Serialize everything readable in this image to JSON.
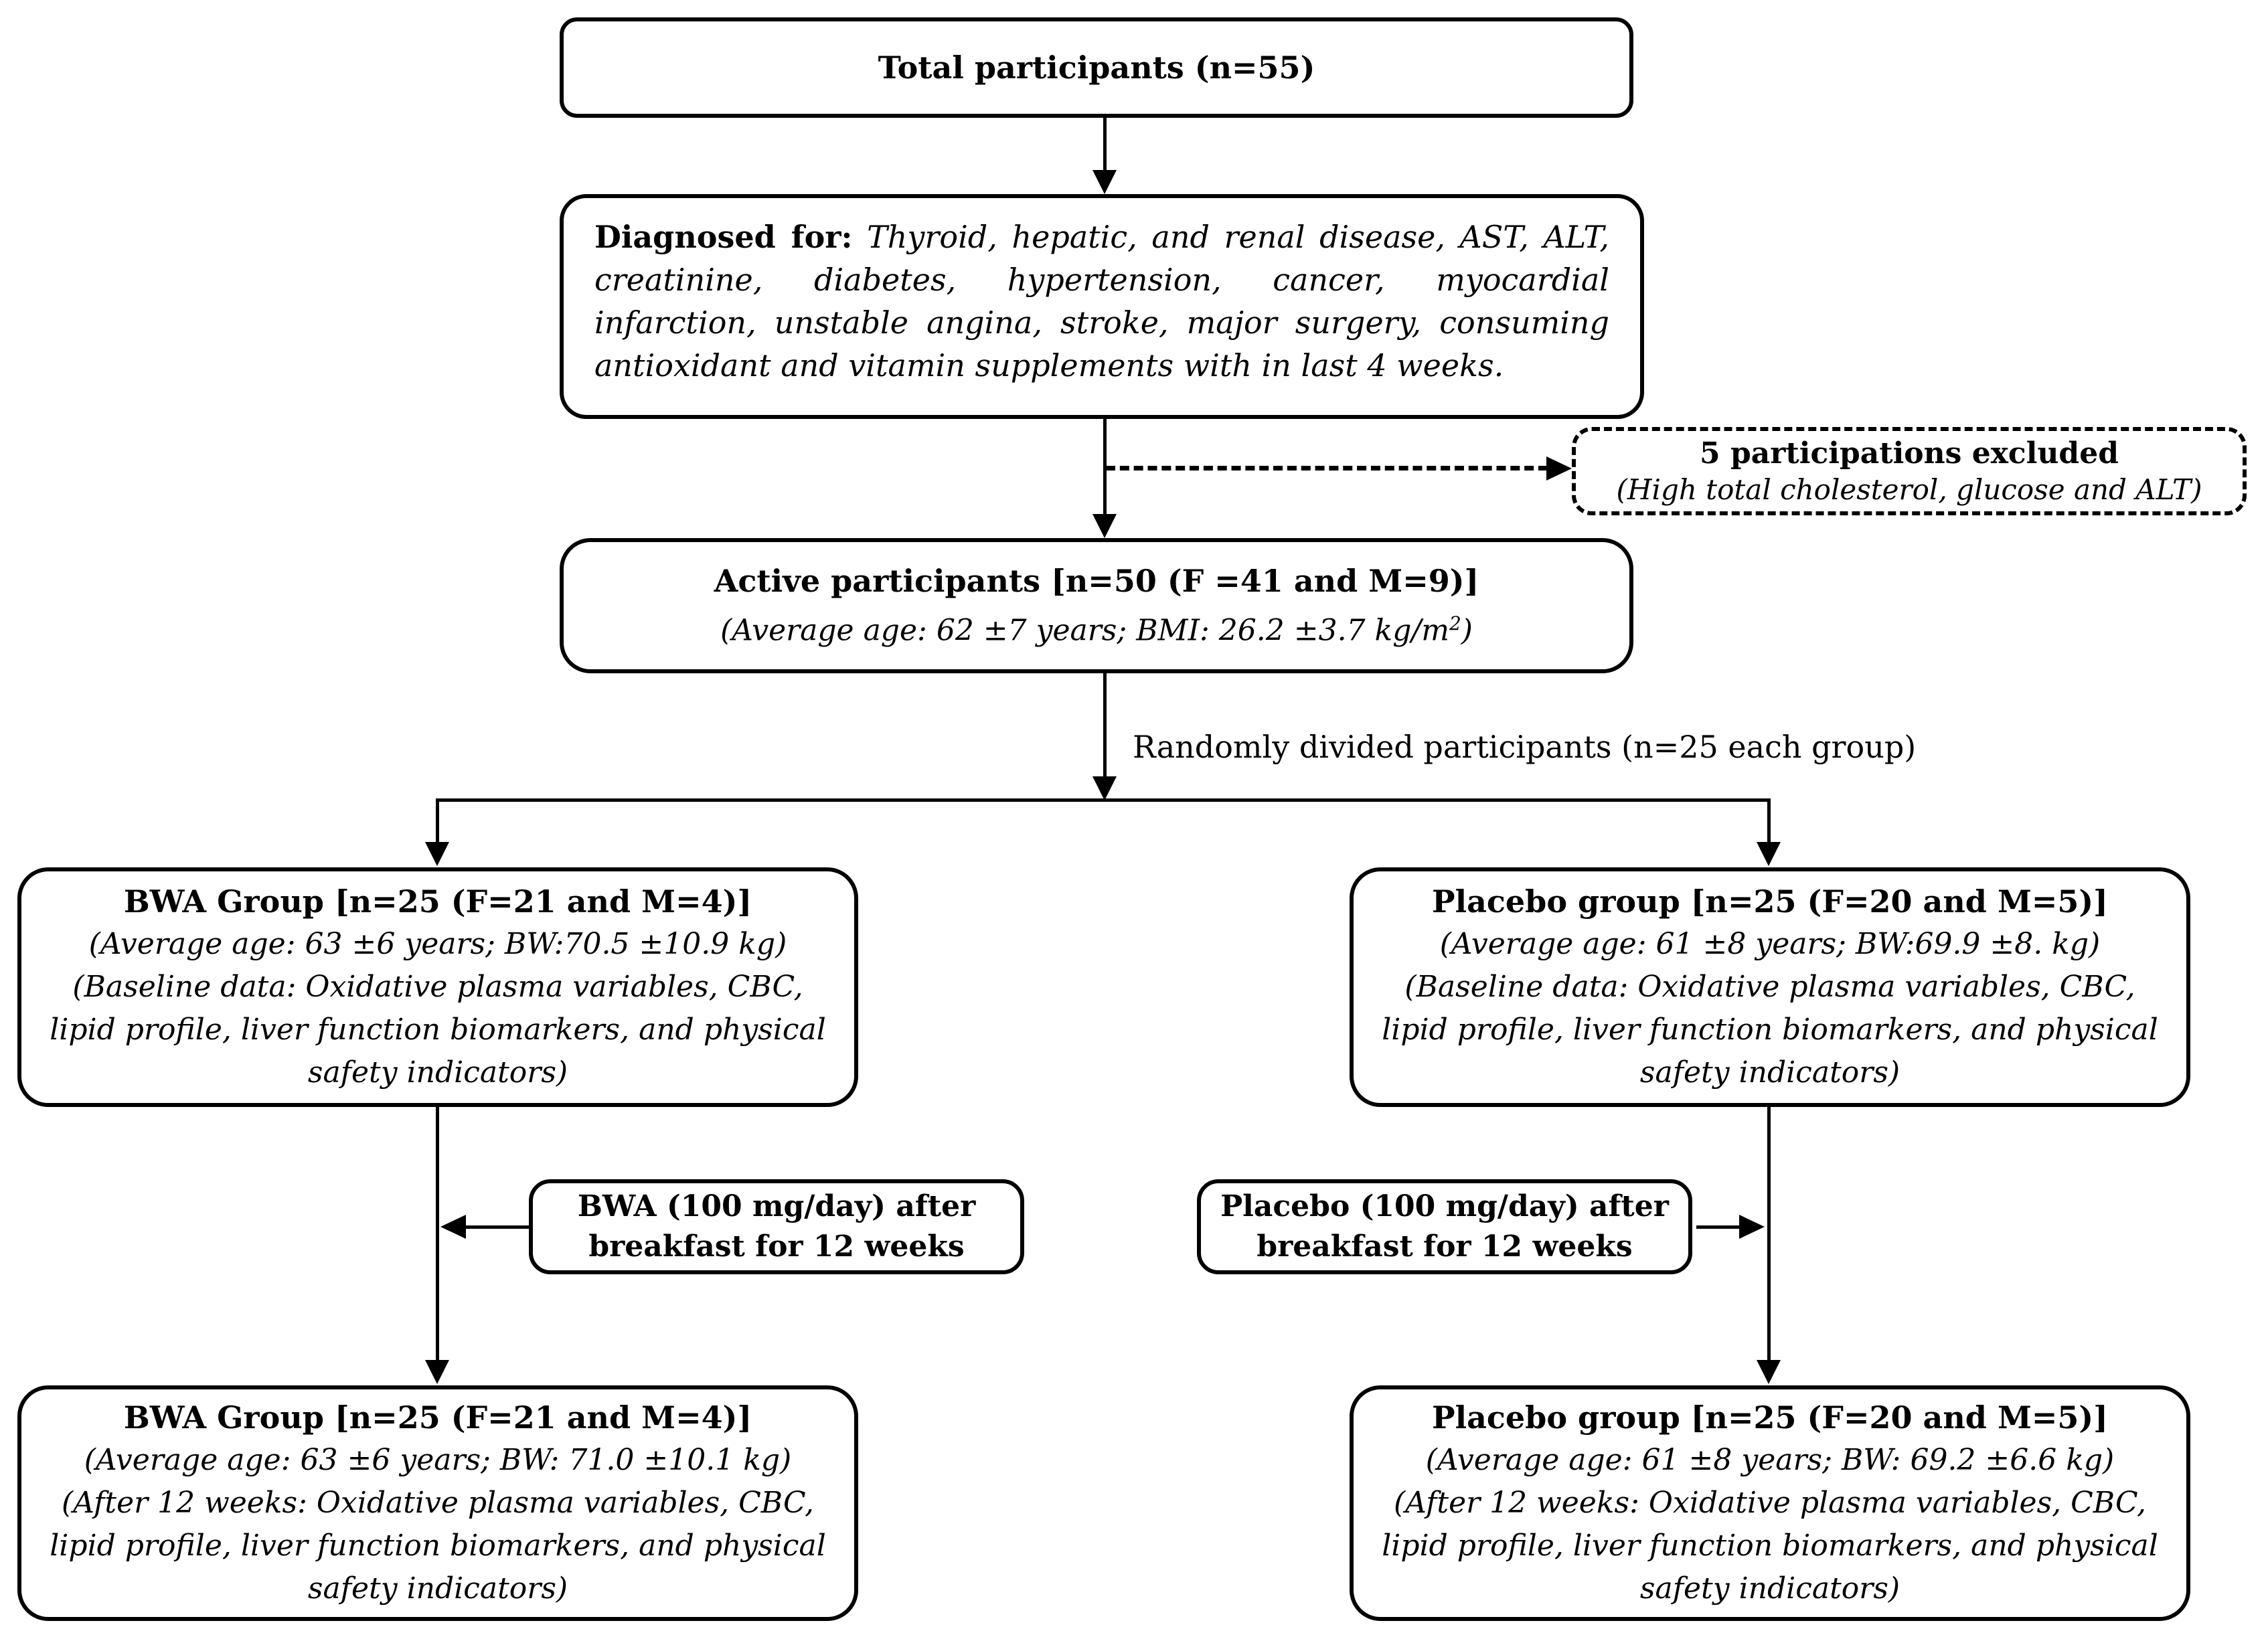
{
  "figure": {
    "background": "#ffffff",
    "ink": "#000000",
    "boxes": {
      "total": {
        "title": "Total participants (n=55)"
      },
      "diagnosed": {
        "lead": "Diagnosed for:",
        "body": "Thyroid, hepatic, and renal disease, AST, ALT, creatinine, diabetes, hypertension, cancer, myocardial infarction, unstable angina, stroke, major surgery, consuming antioxidant and vitamin supplements with in last 4 weeks."
      },
      "excluded": {
        "title": "5 participations excluded",
        "detail": "(High total cholesterol, glucose and ALT)"
      },
      "active": {
        "title": "Active participants [n=50 (F =41 and M=9)]",
        "detail_main": "(Average age: 62 ±7 years; BMI: 26.2 ±3.7 kg/m",
        "detail_sup": "2",
        "detail_end": ")"
      },
      "bwa_baseline": {
        "title": "BWA Group [n=25 (F=21 and M=4)]",
        "age": "(Average age: 63 ±6 years; BW:70.5 ±10.9 kg)",
        "lines": [
          "(Baseline data: Oxidative plasma variables, CBC,",
          "lipid profile, liver function biomarkers,  and physical",
          "safety indicators)"
        ]
      },
      "placebo_baseline": {
        "title": "Placebo group [n=25 (F=20 and M=5)]",
        "age": "(Average age: 61 ±8 years; BW:69.9 ±8. kg)",
        "lines": [
          "(Baseline data: Oxidative plasma variables, CBC,",
          "lipid profile, liver function biomarkers,  and physical",
          "safety indicators)"
        ]
      },
      "bwa_dose": {
        "lines": [
          "BWA (100 mg/day) after",
          "breakfast for 12 weeks"
        ]
      },
      "placebo_dose": {
        "lines": [
          "Placebo (100 mg/day) after",
          "breakfast for 12 weeks"
        ]
      },
      "bwa_final": {
        "title": "BWA Group [n=25 (F=21 and M=4)]",
        "age": "(Average age: 63 ±6 years; BW: 71.0 ±10.1  kg)",
        "lines": [
          "(After 12 weeks: Oxidative plasma variables, CBC,",
          "lipid profile, liver function biomarkers,  and physical",
          "safety indicators)"
        ]
      },
      "placebo_final": {
        "title": "Placebo group [n=25 (F=20 and M=5)]",
        "age": "(Average age: 61 ±8 years; BW: 69.2 ±6.6  kg)",
        "lines": [
          "(After 12 weeks: Oxidative plasma variables, CBC,",
          "lipid profile, liver function biomarkers,  and physical",
          "safety indicators)"
        ]
      }
    },
    "labels": {
      "randomized": "Randomly divided  participants (n=25 each group)"
    }
  }
}
